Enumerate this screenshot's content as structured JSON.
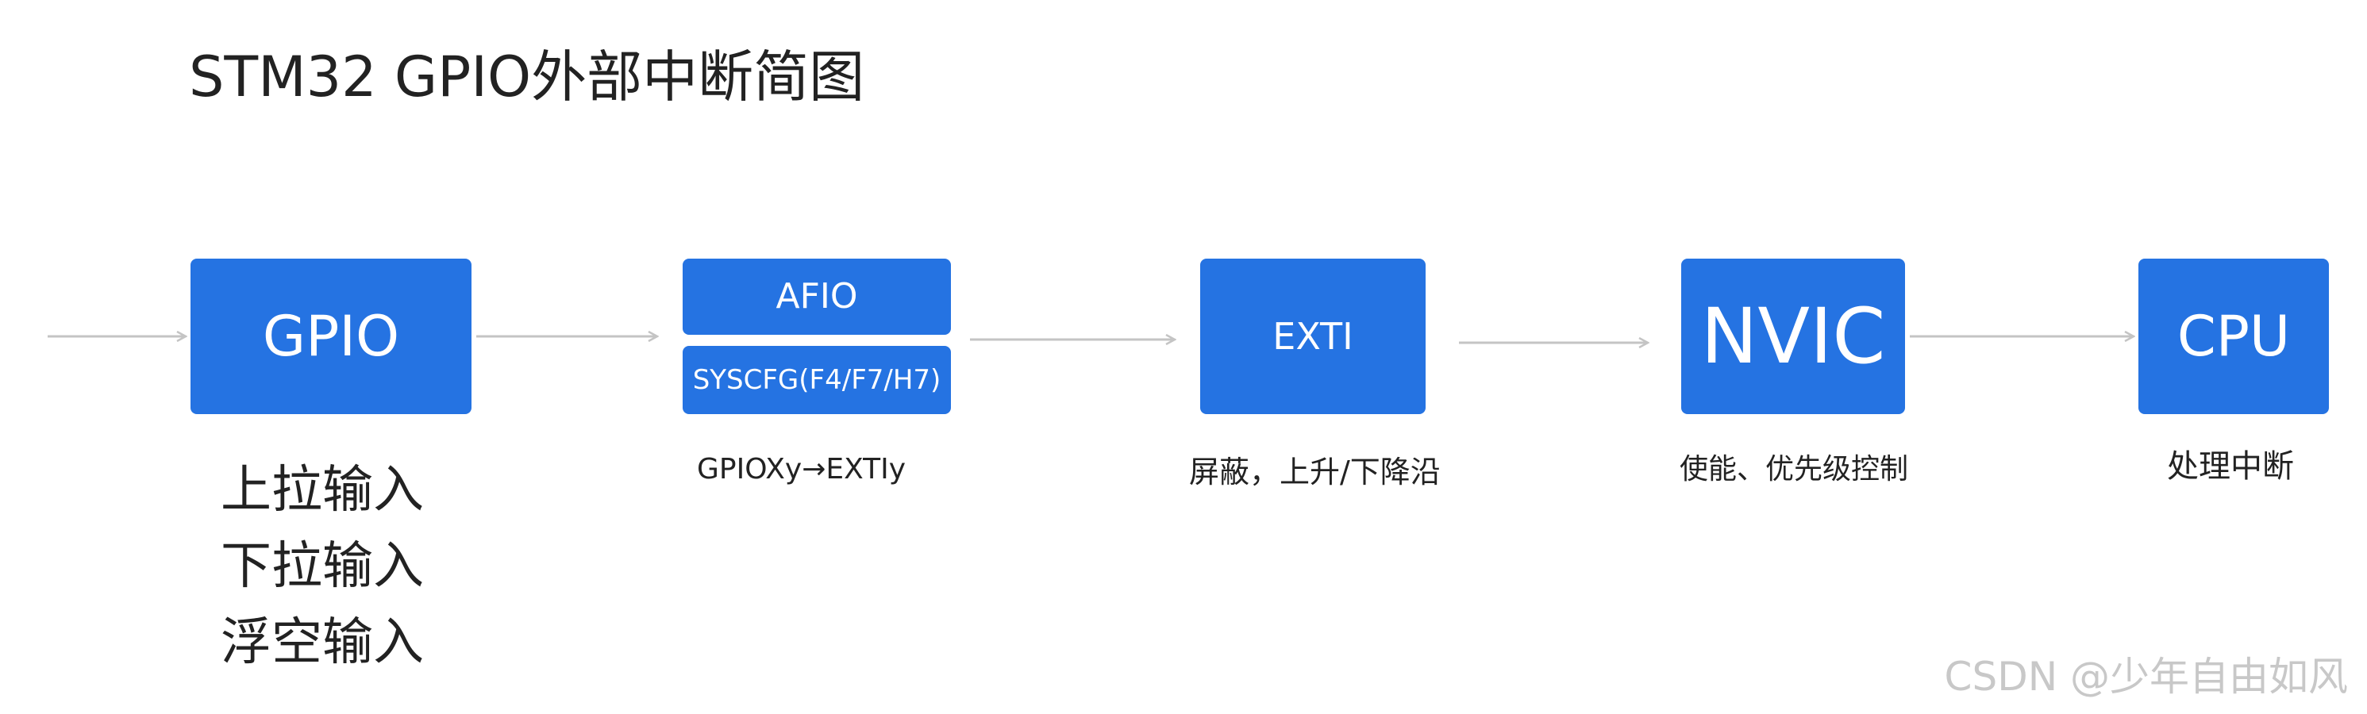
{
  "title": "STM32 GPIO外部中断简图",
  "boxes": {
    "gpio": "GPIO",
    "afio": "AFIO",
    "syscfg": "SYSCFG(F4/F7/H7)",
    "exti": "EXTI",
    "nvic": "NVIC",
    "cpu": "CPU"
  },
  "labels": {
    "gpio_inputs": [
      "上拉输入",
      "下拉输入",
      "浮空输入"
    ],
    "afio_mapping": "GPIOXy→EXTIy",
    "exti": "屏蔽，上升/下降沿",
    "nvic": "使能、优先级控制",
    "cpu": "处理中断"
  },
  "watermark": "CSDN @少年自由如风",
  "colors": {
    "box": "#2573e2",
    "arrow": "#c4c4c4",
    "text": "#222222",
    "watermark": "#c8c8c8"
  }
}
